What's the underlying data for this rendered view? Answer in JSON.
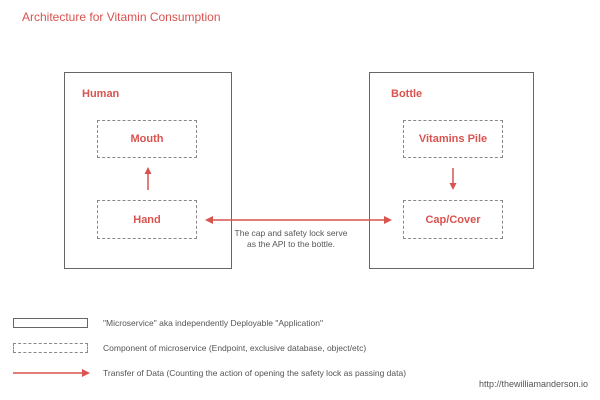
{
  "title": "Architecture for Vitamin Consumption",
  "services": {
    "human": {
      "label": "Human",
      "components": {
        "mouth": "Mouth",
        "hand": "Hand"
      }
    },
    "bottle": {
      "label": "Bottle",
      "components": {
        "vitamins_pile": "Vitamins Pile",
        "cap_cover": "Cap/Cover"
      }
    }
  },
  "api_note": "The cap and safety lock serve as the API to the bottle.",
  "legend": {
    "service": "\"Microservice\" aka independently Deployable \"Application\"",
    "component": "Component of microservice (Endpoint, exclusive database, object/etc)",
    "transfer": "Transfer of Data (Counting the action of opening the safety lock as passing data)"
  },
  "website": "http://thewilliamanderson.io",
  "colors": {
    "accent": "#d9534f",
    "service_border": "#666666",
    "component_border": "#888888",
    "note_text": "#555555"
  }
}
